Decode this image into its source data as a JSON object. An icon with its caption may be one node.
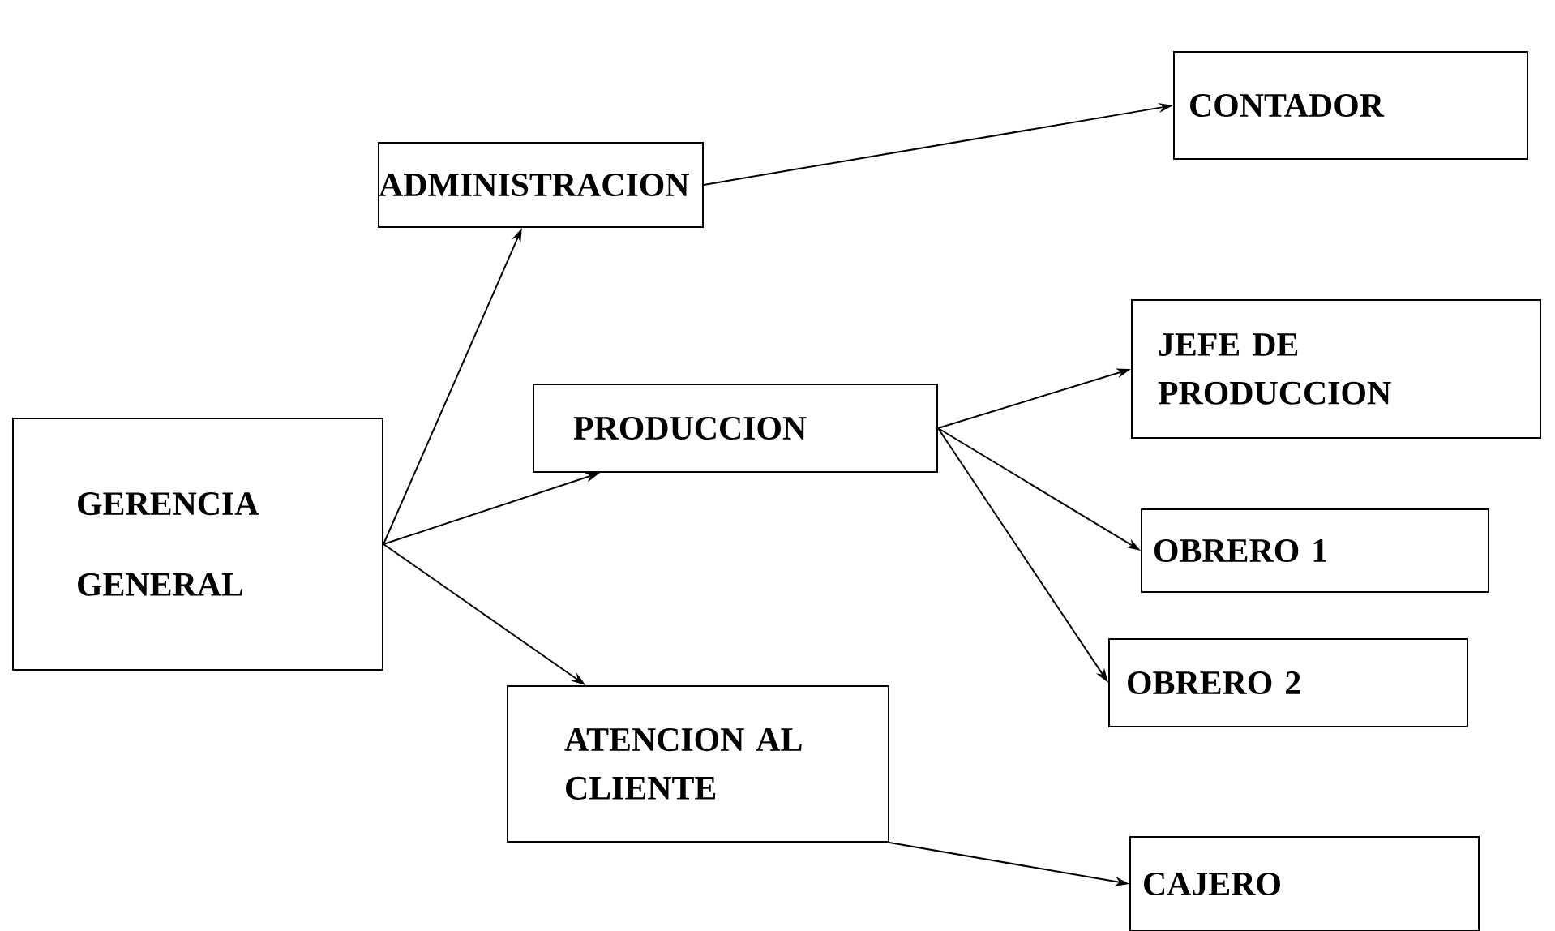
{
  "diagram": {
    "nodes": [
      {
        "text": [
          "GERENCIA GENERAL"
        ]
      },
      {
        "text": [
          "ADMINISTRACION"
        ]
      },
      {
        "text": [
          "PRODUCCION"
        ]
      },
      {
        "text": [
          "ATENCION AL CLIENTE"
        ]
      },
      {
        "text": [
          "CONTADOR"
        ]
      },
      {
        "text": [
          "JEFE DE PRODUCCION"
        ]
      },
      {
        "text": [
          "OBRERO 1"
        ]
      },
      {
        "text": [
          "OBRERO 2"
        ]
      },
      {
        "text": [
          "CAJERO"
        ]
      }
    ],
    "edges": [
      {
        "from": 0,
        "to": 1,
        "arrow": "to"
      },
      {
        "from": 0,
        "to": 2,
        "arrow": "to"
      },
      {
        "from": 0,
        "to": 3,
        "arrow": "to"
      },
      {
        "from": 1,
        "to": 4,
        "arrow": "to"
      },
      {
        "from": 2,
        "to": 5,
        "arrow": "to"
      },
      {
        "from": 2,
        "to": 6,
        "arrow": "to"
      },
      {
        "from": 2,
        "to": 7,
        "arrow": "to"
      },
      {
        "from": 3,
        "to": 8,
        "arrow": "to"
      }
    ]
  }
}
